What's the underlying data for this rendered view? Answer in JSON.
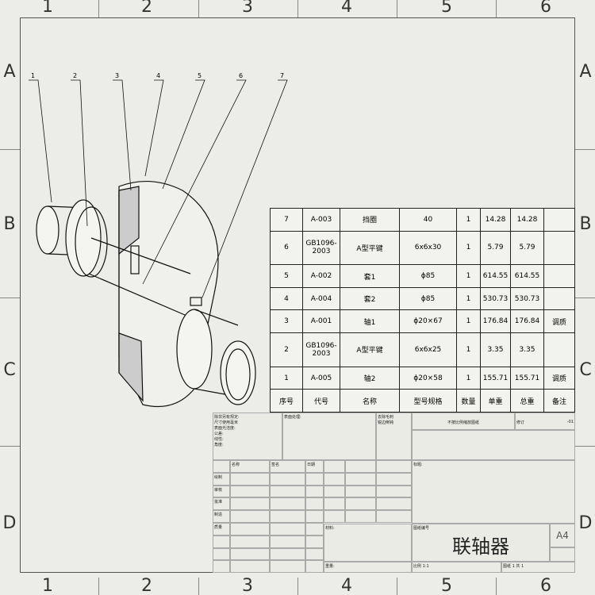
{
  "zones": {
    "columns": [
      "1",
      "2",
      "3",
      "4",
      "5",
      "6"
    ],
    "rows": [
      "A",
      "B",
      "C",
      "D"
    ]
  },
  "balloons": [
    "1",
    "2",
    "3",
    "4",
    "5",
    "6",
    "7"
  ],
  "bom": {
    "headers": [
      "序号",
      "代号",
      "名称",
      "型号规格",
      "数量",
      "单重",
      "总重",
      "备注"
    ],
    "rows": [
      [
        "7",
        "A-003",
        "挡圈",
        "40",
        "1",
        "14.28",
        "14.28",
        ""
      ],
      [
        "6",
        "GB1096-2003",
        "A型平键",
        "6x6x30",
        "1",
        "5.79",
        "5.79",
        ""
      ],
      [
        "5",
        "A-002",
        "套1",
        "ϕ85",
        "1",
        "614.55",
        "614.55",
        ""
      ],
      [
        "4",
        "A-004",
        "套2",
        "ϕ85",
        "1",
        "530.73",
        "530.73",
        ""
      ],
      [
        "3",
        "A-001",
        "轴1",
        "ϕ20×67",
        "1",
        "176.84",
        "176.84",
        "调质"
      ],
      [
        "2",
        "GB1096-2003",
        "A型平键",
        "6x6x25",
        "1",
        "3.35",
        "3.35",
        ""
      ],
      [
        "1",
        "A-005",
        "轴2",
        "ϕ20×58",
        "1",
        "155.71",
        "155.71",
        "调质"
      ]
    ]
  },
  "titleblock": {
    "notes": [
      "除非另有规定:",
      "尺寸使用毫米",
      "表面光洁度:",
      "公差:",
      "线性:",
      "角度:"
    ],
    "finish": "表面处理:",
    "deburr": [
      "去除毛刺",
      "锐边倒钝"
    ],
    "noscale": "不按比例缩放图纸",
    "revision_label": "修订",
    "revision_value": "-01",
    "sign_headers": [
      "名称",
      "签名",
      "日期"
    ],
    "roles": [
      "绘制",
      "审核",
      "批准",
      "制造",
      "质量"
    ],
    "drawing_name_label": "标题:",
    "material": "材料:",
    "weight": "重量:",
    "dwg_no": "图纸编号",
    "title": "联轴器",
    "size": "A4",
    "scale": "比例 1:1",
    "sheet": "图纸 1 共 1"
  }
}
